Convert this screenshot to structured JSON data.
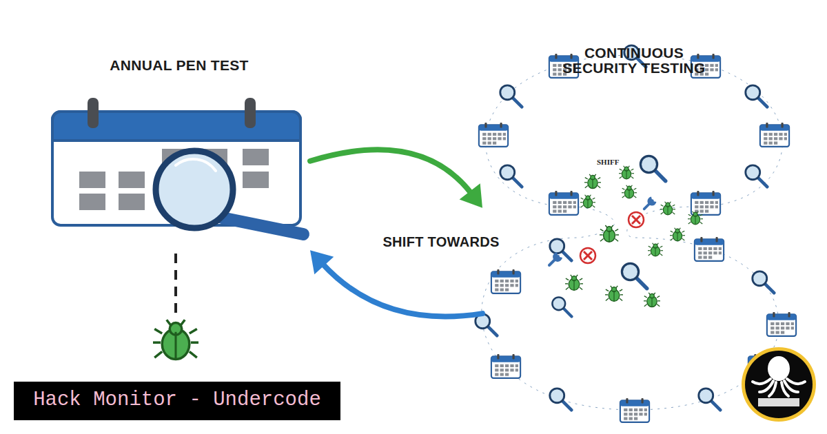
{
  "diagram": {
    "nodes": [
      {
        "text": [
          "ANNUAL PEN TEST"
        ]
      },
      {
        "text": [
          "CONTINUOUS SECURITY TESTING"
        ]
      }
    ],
    "edges": [
      {
        "from": 0,
        "to": 1,
        "arrow": "to"
      },
      {
        "from": 1,
        "to": 0,
        "arrow": "to"
      }
    ],
    "labels": [
      "SHIFT TOWARDS",
      "SHIFF",
      "Hack Monitor - Undercode"
    ]
  }
}
